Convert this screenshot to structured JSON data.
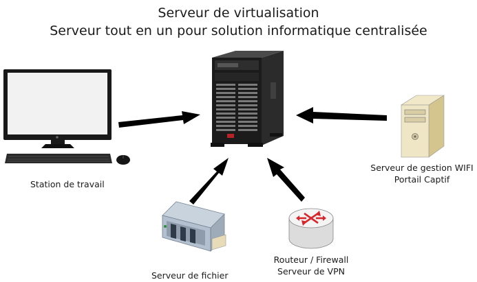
{
  "title": {
    "line1": "Serveur de virtualisation",
    "line2": "Serveur tout en un pour solution informatique centralisée"
  },
  "nodes": {
    "workstation": {
      "label": "Station de travail"
    },
    "wifi_server": {
      "label_line1": "Serveur de gestion WIFI",
      "label_line2": "Portail Captif"
    },
    "file_server": {
      "label": "Serveur de fichier"
    },
    "router": {
      "label_line1": "Routeur / Firewall",
      "label_line2": "Serveur de VPN"
    }
  },
  "colors": {
    "arrow": "#000000",
    "router_accent": "#d9262c",
    "server_body": "#1b1b1b"
  }
}
